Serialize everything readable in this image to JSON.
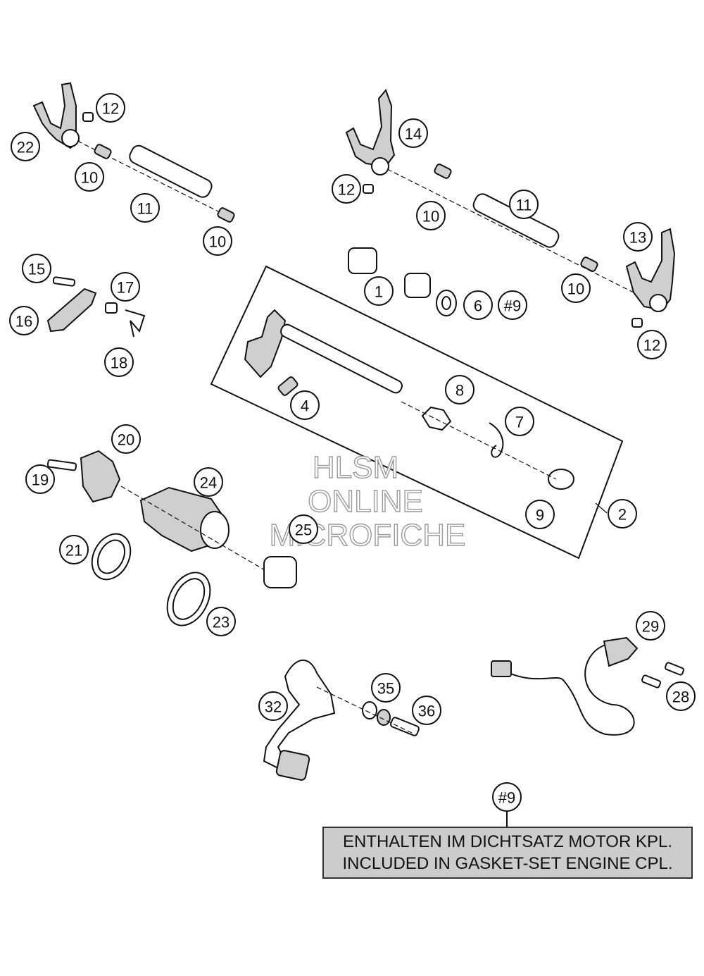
{
  "callouts": [
    {
      "id": "c-12a",
      "label": "12"
    },
    {
      "id": "c-22",
      "label": "22"
    },
    {
      "id": "c-10a",
      "label": "10"
    },
    {
      "id": "c-11a",
      "label": "11"
    },
    {
      "id": "c-10b",
      "label": "10"
    },
    {
      "id": "c-14",
      "label": "14"
    },
    {
      "id": "c-12b",
      "label": "12"
    },
    {
      "id": "c-10c",
      "label": "10"
    },
    {
      "id": "c-11b",
      "label": "11"
    },
    {
      "id": "c-13",
      "label": "13"
    },
    {
      "id": "c-10d",
      "label": "10"
    },
    {
      "id": "c-12c",
      "label": "12"
    },
    {
      "id": "c-15",
      "label": "15"
    },
    {
      "id": "c-17",
      "label": "17"
    },
    {
      "id": "c-16",
      "label": "16"
    },
    {
      "id": "c-18",
      "label": "18"
    },
    {
      "id": "c-1",
      "label": "1"
    },
    {
      "id": "c-6",
      "label": "6"
    },
    {
      "id": "c-h9a",
      "label": "#9"
    },
    {
      "id": "c-4",
      "label": "4"
    },
    {
      "id": "c-8",
      "label": "8"
    },
    {
      "id": "c-7",
      "label": "7"
    },
    {
      "id": "c-9",
      "label": "9"
    },
    {
      "id": "c-2",
      "label": "2"
    },
    {
      "id": "c-20",
      "label": "20"
    },
    {
      "id": "c-19",
      "label": "19"
    },
    {
      "id": "c-24",
      "label": "24"
    },
    {
      "id": "c-25",
      "label": "25"
    },
    {
      "id": "c-21",
      "label": "21"
    },
    {
      "id": "c-23",
      "label": "23"
    },
    {
      "id": "c-29",
      "label": "29"
    },
    {
      "id": "c-28",
      "label": "28"
    },
    {
      "id": "c-32",
      "label": "32"
    },
    {
      "id": "c-35",
      "label": "35"
    },
    {
      "id": "c-36",
      "label": "36"
    },
    {
      "id": "c-h9b",
      "label": "#9"
    }
  ],
  "watermark": {
    "line1": "HLSM",
    "line2": "ONLINE",
    "line3": "MICROFICHE"
  },
  "note": {
    "line_de": "ENTHALTEN IM DICHTSATZ MOTOR KPL.",
    "line_en": "INCLUDED IN GASKET-SET ENGINE CPL."
  }
}
